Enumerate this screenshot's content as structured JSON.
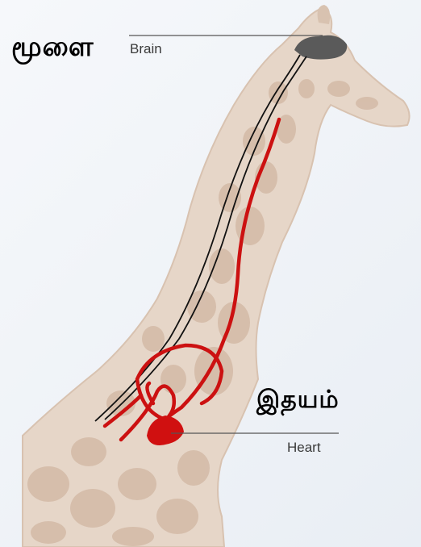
{
  "labels": {
    "brain_tamil": "மூளை",
    "brain_english": "Brain",
    "heart_tamil": "இதயம்",
    "heart_english": "Heart"
  },
  "colors": {
    "background": "#eef2f6",
    "giraffe_base": "#e6d6c8",
    "giraffe_patch": "#c9ab95",
    "artery": "#cc1111",
    "nerve": "#111111",
    "brain": "#5a5a5a"
  }
}
